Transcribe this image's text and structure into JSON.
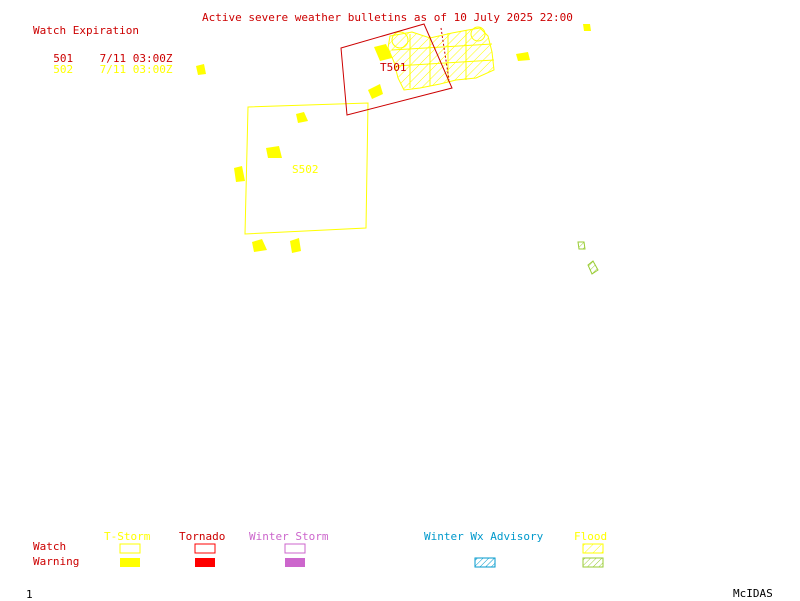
{
  "bulletin_title": "Active severe weather bulletins as of 10 July 2025 22:00",
  "watch_expiration": {
    "title": "Watch Expiration",
    "rows": [
      {
        "id": "501",
        "time": "7/11 03:00Z",
        "color": "#cc0000"
      },
      {
        "id": "502",
        "time": "7/11 03:00Z",
        "color": "#ffff00"
      }
    ]
  },
  "map_labels": {
    "tornado_watch": "T501",
    "tstorm_watch": "S502"
  },
  "legend": {
    "row_labels": {
      "watch": "Watch",
      "warning": "Warning"
    },
    "categories": [
      {
        "label": "T-Storm",
        "color": "#ffff00"
      },
      {
        "label": "Tornado",
        "color": "#ff0000"
      },
      {
        "label": "Winter Storm",
        "color": "#cc66cc"
      },
      {
        "label": "Winter Wx Advisory",
        "color": "#0099cc"
      },
      {
        "label": "Flood",
        "color": "#99cc33"
      }
    ]
  },
  "footer": {
    "page": "1",
    "software": "McIDAS"
  }
}
